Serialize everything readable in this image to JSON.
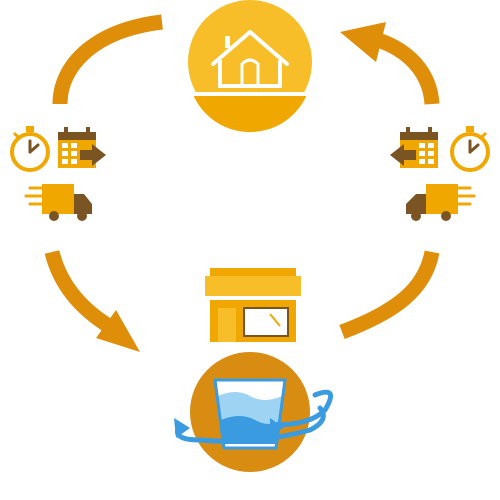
{
  "diagram": {
    "kind": "cycle",
    "colors": {
      "accent": "#F0A800",
      "accent_light": "#F7BE2A",
      "arrow": "#DE8E08",
      "icon_dark": "#7A5422",
      "water": "#3A9BE0",
      "water_light": "#9FD3F3",
      "white": "#FFFFFF"
    },
    "nodes": [
      {
        "id": "home",
        "icon": "house-icon"
      },
      {
        "id": "pickup-delivery-left",
        "icons": [
          "stopwatch-icon",
          "calendar-arrow-right-icon",
          "delivery-truck-icon"
        ]
      },
      {
        "id": "pickup-delivery-right",
        "icons": [
          "calendar-arrow-left-icon",
          "stopwatch-icon",
          "delivery-truck-icon"
        ]
      },
      {
        "id": "shop",
        "icon": "storefront-icon"
      },
      {
        "id": "laundry",
        "icon": "washing-tub-icon"
      }
    ],
    "arrows": [
      {
        "from": "home",
        "to": "laundry",
        "side": "left",
        "direction": "down"
      },
      {
        "from": "laundry",
        "to": "home",
        "side": "right",
        "direction": "up"
      }
    ]
  }
}
